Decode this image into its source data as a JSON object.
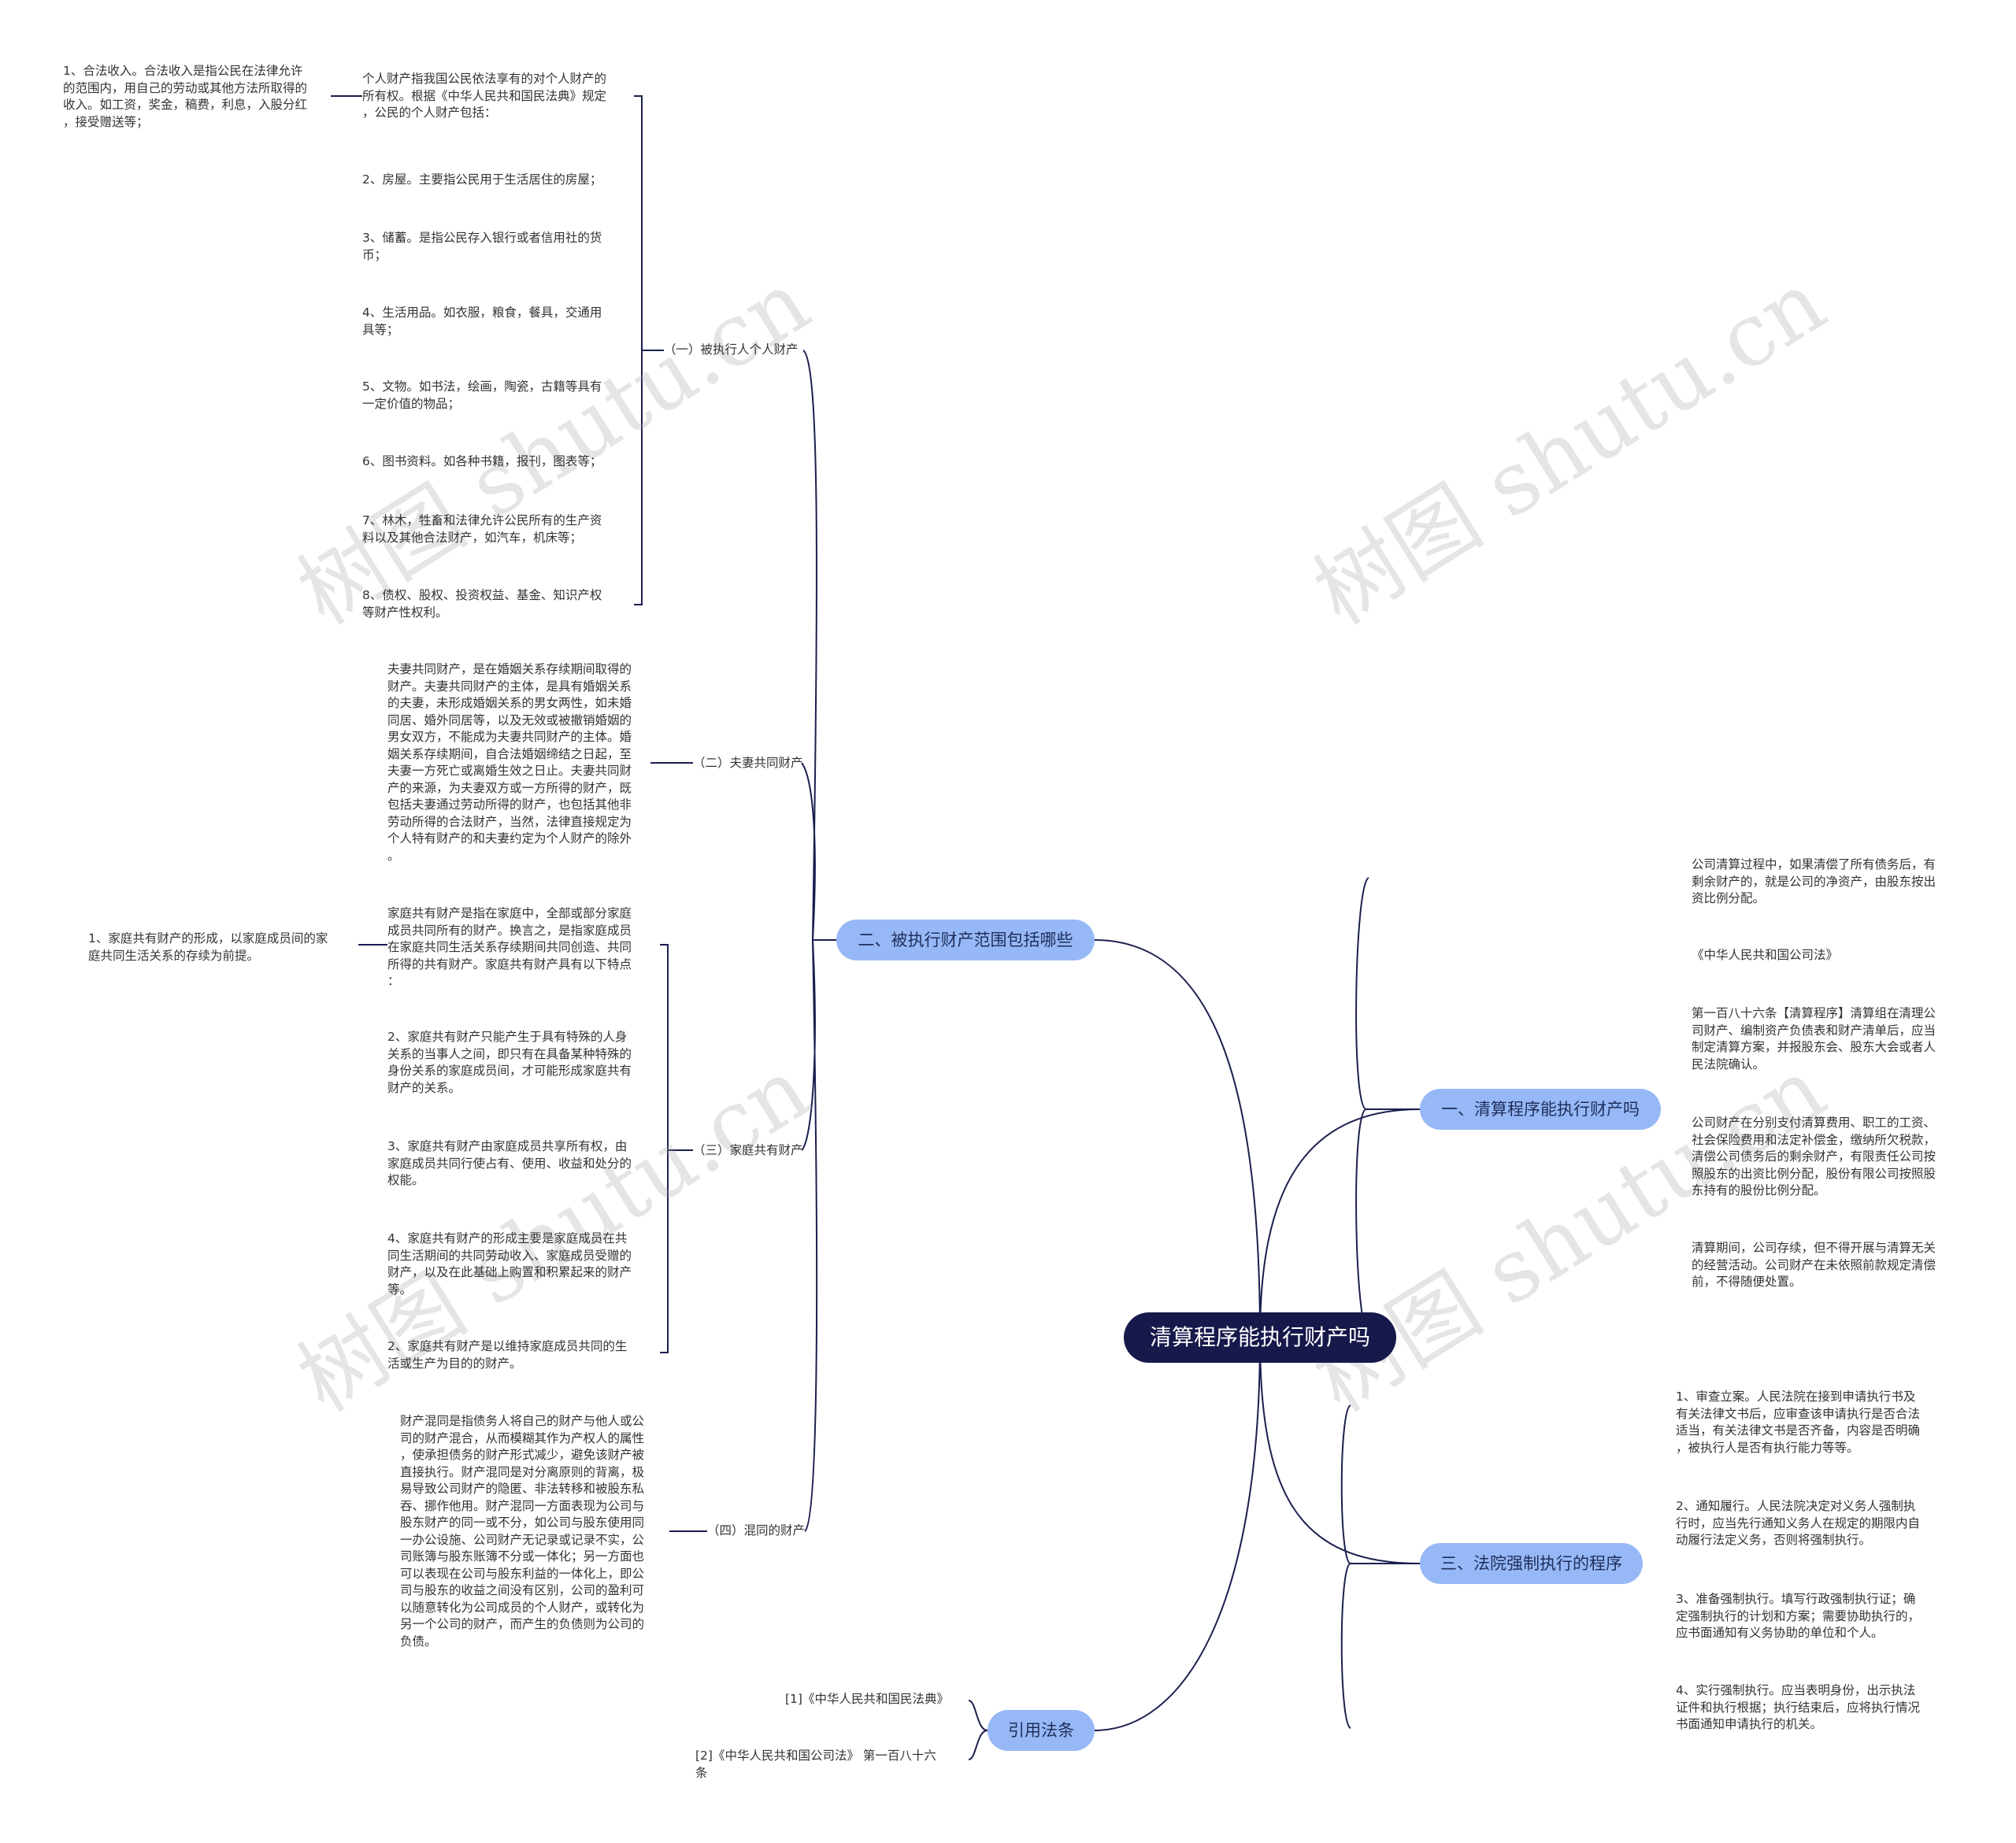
{
  "root": "清算程序能执行财产吗",
  "branches": {
    "b1": "一、清算程序能执行财产吗",
    "b2": "二、被执行财产范围包括哪些",
    "b3": "三、法院强制执行的程序",
    "b4": "引用法条"
  },
  "subs": {
    "s1": "（一）被执行人个人财产",
    "s2": "（二）夫妻共同财产",
    "s3": "（三）家庭共有财产",
    "s4": "（四）混同的财产"
  },
  "leaves": {
    "p0": "个人财产指我国公民依法享有的对个人财产的\n所有权。根据《中华人民共和国民法典》规定\n，公民的个人财产包括：",
    "p0a": "1、合法收入。合法收入是指公民在法律允许\n的范围内，用自己的劳动或其他方法所取得的\n收入。如工资，奖金，稿费，利息，入股分红\n，接受赠送等；",
    "p2": "2、房屋。主要指公民用于生活居住的房屋；",
    "p3": "3、储蓄。是指公民存入银行或者信用社的货\n币；",
    "p4": "4、生活用品。如衣服，粮食，餐具，交通用\n具等；",
    "p5": "5、文物。如书法，绘画，陶瓷，古籍等具有\n一定价值的物品；",
    "p6": "6、图书资料。如各种书籍，报刊，图表等；",
    "p7": "7、林木，牲畜和法律允许公民所有的生产资\n料以及其他合法财产，如汽车，机床等；",
    "p8": "8、债权、股权、投资权益、基金、知识产权\n等财产性权利。",
    "spouse": "夫妻共同财产，是在婚姻关系存续期间取得的\n财产。夫妻共同财产的主体，是具有婚姻关系\n的夫妻，未形成婚姻关系的男女两性，如未婚\n同居、婚外同居等，以及无效或被撤销婚姻的\n男女双方，不能成为夫妻共同财产的主体。婚\n姻关系存续期间，自合法婚姻缔结之日起，至\n夫妻一方死亡或离婚生效之日止。夫妻共同财\n产的来源，为夫妻双方或一方所得的财产，既\n包括夫妻通过劳动所得的财产，也包括其他非\n劳动所得的合法财产，当然，法律直接规定为\n个人特有财产的和夫妻约定为个人财产的除外\n。",
    "f0": "家庭共有财产是指在家庭中，全部或部分家庭\n成员共同所有的财产。换言之，是指家庭成员\n在家庭共同生活关系存续期间共同创造、共同\n所得的共有财产。家庭共有财产具有以下特点\n：",
    "f0a": "1、家庭共有财产的形成，以家庭成员间的家\n庭共同生活关系的存续为前提。",
    "f2": "2、家庭共有财产只能产生于具有特殊的人身\n关系的当事人之间，即只有在具备某种特殊的\n身份关系的家庭成员间，才可能形成家庭共有\n财产的关系。",
    "f3": "3、家庭共有财产由家庭成员共享所有权，由\n家庭成员共同行使占有、使用、收益和处分的\n权能。",
    "f4": "4、家庭共有财产的形成主要是家庭成员在共\n同生活期间的共同劳动收入、家庭成员受赠的\n财产，以及在此基础上购置和积累起来的财产\n等。",
    "f5": "2、家庭共有财产是以维持家庭成员共同的生\n活或生产为目的的财产。",
    "mixed": "财产混同是指债务人将自己的财产与他人或公\n司的财产混合，从而模糊其作为产权人的属性\n，使承担债务的财产形式减少，避免该财产被\n直接执行。财产混同是对分离原则的背离，极\n易导致公司财产的隐匿、非法转移和被股东私\n吞、挪作他用。财产混同一方面表现为公司与\n股东财产的同一或不分，如公司与股东使用同\n一办公设施、公司财产无记录或记录不实，公\n司账簿与股东账簿不分或一体化；另一方面也\n可以表现在公司与股东利益的一体化上，即公\n司与股东的收益之间没有区别，公司的盈利可\n以随意转化为公司成员的个人财产，或转化为\n另一个公司的财产，而产生的负债则为公司的\n负债。",
    "r1": "公司清算过程中，如果清偿了所有债务后，有\n剩余财产的，就是公司的净资产，由股东按出\n资比例分配。",
    "r2": "《中华人民共和国公司法》",
    "r3": "第一百八十六条【清算程序】清算组在清理公\n司财产、编制资产负债表和财产清单后，应当\n制定清算方案，并报股东会、股东大会或者人\n民法院确认。",
    "r4": "公司财产在分别支付清算费用、职工的工资、\n社会保险费用和法定补偿金，缴纳所欠税款，\n清偿公司债务后的剩余财产，有限责任公司按\n照股东的出资比例分配，股份有限公司按照股\n东持有的股份比例分配。",
    "r5": "清算期间，公司存续，但不得开展与清算无关\n的经营活动。公司财产在未依照前款规定清偿\n前，不得随便处置。",
    "c1": "1、审查立案。人民法院在接到申请执行书及\n有关法律文书后，应审查该申请执行是否合法\n适当，有关法律文书是否齐备，内容是否明确\n，被执行人是否有执行能力等等。",
    "c2": "2、通知履行。人民法院决定对义务人强制执\n行时，应当先行通知义务人在规定的期限内自\n动履行法定义务，否则将强制执行。",
    "c3": "3、准备强制执行。填写行政强制执行证；确\n定强制执行的计划和方案；需要协助执行的，\n应书面通知有义务协助的单位和个人。",
    "c4": "4、实行强制执行。应当表明身份，出示执法\n证件和执行根据；执行结束后，应将执行情况\n书面通知申请执行的机关。",
    "law1": "[1]《中华人民共和国民法典》",
    "law2": "[2]《中华人民共和国公司法》 第一百八十六\n条"
  },
  "watermark": "树图 shutu.cn",
  "colors": {
    "root_fill": "#17194b",
    "branch_fill": "#96b8f6",
    "line": "#1b1f4f",
    "text": "#333333"
  }
}
